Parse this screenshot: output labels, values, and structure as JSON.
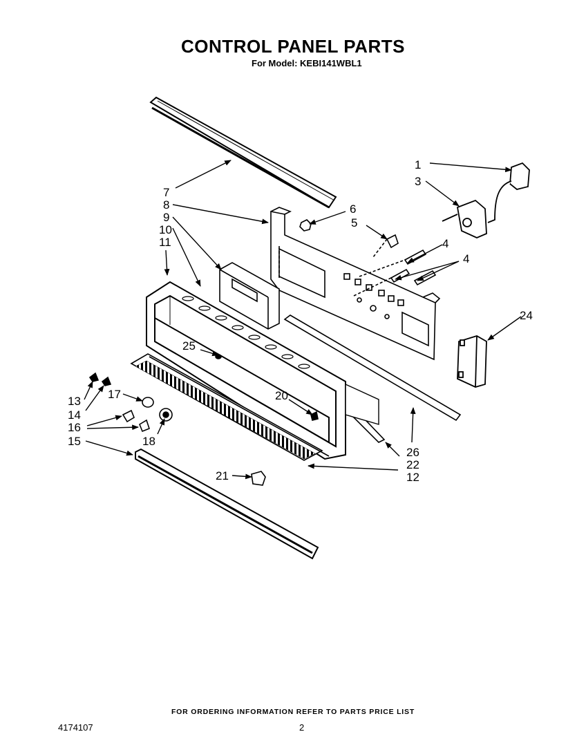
{
  "title": "CONTROL PANEL PARTS",
  "subtitle": "For Model: KEBI141WBL1",
  "footer_note": "FOR ORDERING INFORMATION REFER TO PARTS PRICE LIST",
  "document_number": "4174107",
  "page_number": "2",
  "callouts": {
    "c1": "1",
    "c3": "3",
    "c4a": "4",
    "c4b": "4",
    "c5": "5",
    "c6": "6",
    "c7": "7",
    "c8": "8",
    "c9": "9",
    "c10": "10",
    "c11": "11",
    "c12": "12",
    "c13": "13",
    "c14": "14",
    "c15": "15",
    "c16": "16",
    "c17": "17",
    "c18": "18",
    "c20": "20",
    "c21": "21",
    "c22": "22",
    "c24": "24",
    "c25": "25",
    "c26": "26"
  }
}
